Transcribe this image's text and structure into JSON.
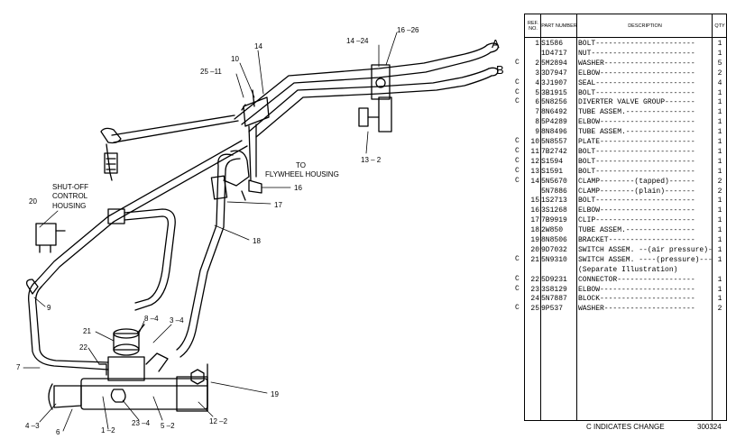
{
  "callouts": {
    "A": "A",
    "B": "B",
    "c14_24": "14 –24",
    "c16_26": "16 –26",
    "c14": "14",
    "c25_11": "25 –11",
    "c10": "10",
    "c13_2": "13 – 2",
    "to": "TO",
    "flywheel": "FLYWHEEL HOUSING",
    "c16": "16",
    "c17": "17",
    "c18": "18",
    "shutoff_1": "SHUT-OFF",
    "shutoff_2": "CONTROL",
    "shutoff_3": "HOUSING",
    "c20": "20",
    "c9": "9",
    "c21": "21",
    "c8_4": "8 –4",
    "c3_4": "3 –4",
    "c22": "22",
    "c7": "7",
    "c19": "19",
    "c4_3": "4 –3",
    "c6": "6",
    "c1_2": "1 –2",
    "c23_4": "23 –4",
    "c5_2": "5 –2",
    "c12_2": "12 –2"
  },
  "table": {
    "headers": {
      "ref": "REF. NO.",
      "part": "PART NUMBER",
      "desc": "DESCRIPTION",
      "qty": "QTY"
    },
    "rows": [
      {
        "ref": "1",
        "pn": "S1586",
        "desc": "BOLT-----------------------",
        "qty": "1",
        "c": ""
      },
      {
        "ref": "",
        "pn": "1D4717",
        "desc": "NUT------------------------",
        "qty": "1",
        "c": ""
      },
      {
        "ref": "2",
        "pn": "5M2894",
        "desc": "WASHER---------------------",
        "qty": "5",
        "c": "C"
      },
      {
        "ref": "3",
        "pn": "3D7947",
        "desc": "ELBOW----------------------",
        "qty": "2",
        "c": ""
      },
      {
        "ref": "4",
        "pn": "3J1907",
        "desc": "SEAL-----------------------",
        "qty": "4",
        "c": "C"
      },
      {
        "ref": "5",
        "pn": "3B1915",
        "desc": "BOLT-----------------------",
        "qty": "1",
        "c": "C"
      },
      {
        "ref": "6",
        "pn": "5N8256",
        "desc": "DIVERTER VALVE GROUP-------",
        "qty": "1",
        "c": "C"
      },
      {
        "ref": "7",
        "pn": "8N6492",
        "desc": "TUBE ASSEM.----------------",
        "qty": "1",
        "c": ""
      },
      {
        "ref": "8",
        "pn": "5P4289",
        "desc": "ELBOW----------------------",
        "qty": "1",
        "c": ""
      },
      {
        "ref": "9",
        "pn": "8N8496",
        "desc": "TUBE ASSEM.----------------",
        "qty": "1",
        "c": ""
      },
      {
        "ref": "10",
        "pn": "5N8557",
        "desc": "PLATE----------------------",
        "qty": "1",
        "c": "C"
      },
      {
        "ref": "11",
        "pn": "7B2742",
        "desc": "BOLT-----------------------",
        "qty": "1",
        "c": "C"
      },
      {
        "ref": "12",
        "pn": "S1594",
        "desc": "BOLT-----------------------",
        "qty": "1",
        "c": "C"
      },
      {
        "ref": "13",
        "pn": "S1591",
        "desc": "BOLT-----------------------",
        "qty": "1",
        "c": "C"
      },
      {
        "ref": "14",
        "pn": "5N5670",
        "desc": "CLAMP--------(tapped)------",
        "qty": "2",
        "c": "C"
      },
      {
        "ref": "",
        "pn": "5N7886",
        "desc": "CLAMP--------(plain)-------",
        "qty": "2",
        "c": ""
      },
      {
        "ref": "15",
        "pn": "1S2713",
        "desc": "BOLT-----------------------",
        "qty": "1",
        "c": ""
      },
      {
        "ref": "16",
        "pn": "3S1268",
        "desc": "ELBOW----------------------",
        "qty": "1",
        "c": ""
      },
      {
        "ref": "17",
        "pn": "7B9919",
        "desc": "CLIP-----------------------",
        "qty": "1",
        "c": ""
      },
      {
        "ref": "18",
        "pn": "2W850",
        "desc": "TUBE ASSEM.----------------",
        "qty": "1",
        "c": ""
      },
      {
        "ref": "19",
        "pn": "8N8506",
        "desc": "BRACKET--------------------",
        "qty": "1",
        "c": ""
      },
      {
        "ref": "20",
        "pn": "9D7032",
        "desc": "SWITCH ASSEM. --(air pressure)--",
        "qty": "1",
        "c": ""
      },
      {
        "ref": "21",
        "pn": "5N9310",
        "desc": "SWITCH ASSEM. ----(pressure)---",
        "qty": "1",
        "c": "C"
      },
      {
        "ref": "",
        "pn": "",
        "desc": "(Separate Illustration)",
        "qty": "",
        "c": ""
      },
      {
        "ref": "22",
        "pn": "5D9231",
        "desc": "CONNECTOR------------------",
        "qty": "1",
        "c": "C"
      },
      {
        "ref": "23",
        "pn": "3S8129",
        "desc": "ELBOW----------------------",
        "qty": "1",
        "c": "C"
      },
      {
        "ref": "24",
        "pn": "5N7887",
        "desc": "BLOCK----------------------",
        "qty": "1",
        "c": ""
      },
      {
        "ref": "25",
        "pn": "9P537",
        "desc": "WASHER---------------------",
        "qty": "2",
        "c": "C"
      }
    ]
  },
  "footer": {
    "note": "C  INDICATES CHANGE",
    "number": "300324"
  }
}
